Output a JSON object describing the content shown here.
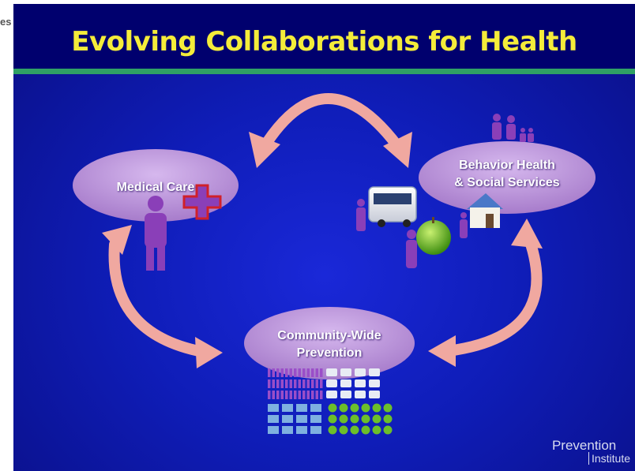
{
  "edge_text": "es",
  "slide": {
    "title": "Evolving Collaborations for Health",
    "nodes": {
      "medical": "Medical Care",
      "behavior_line1": "Behavior Health",
      "behavior_line2": "& Social Services",
      "community_line1": "Community-Wide",
      "community_line2": "Prevention"
    },
    "logo_line1": "Prevention",
    "logo_line2": "Institute"
  },
  "colors": {
    "title_band": "#00006e",
    "title_text": "#f4ec3a",
    "rule": "#2fa065",
    "ellipse": "#b990d8",
    "arrow": "#f0a8a0",
    "figure": "#8a3fb8"
  }
}
